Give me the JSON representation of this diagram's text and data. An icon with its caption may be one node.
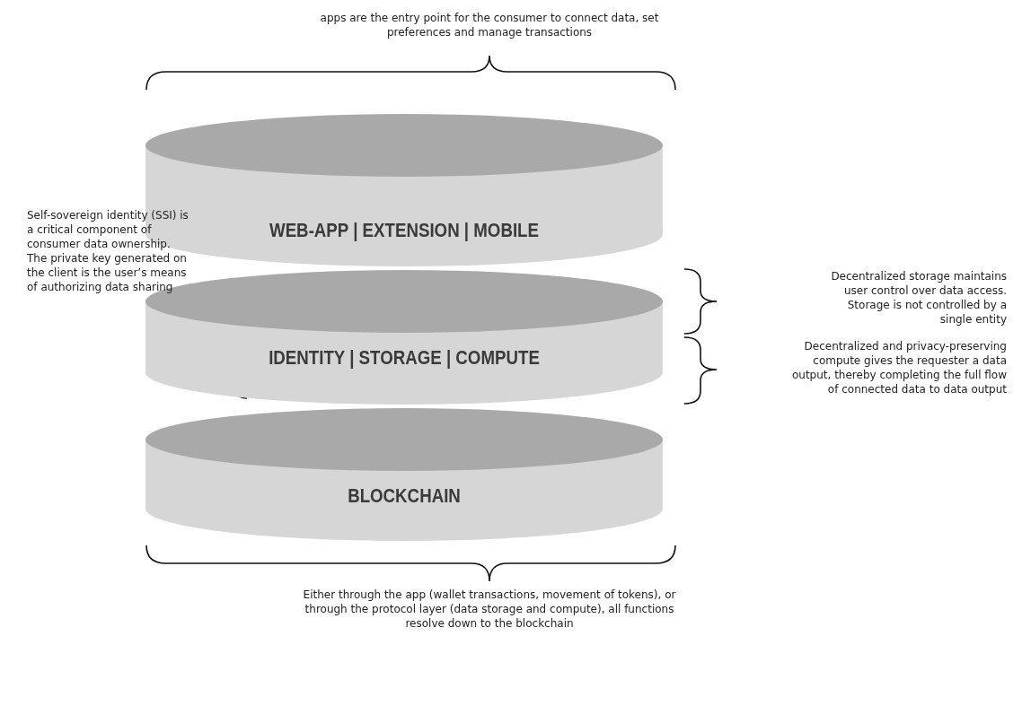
{
  "diagram": {
    "nodes": [
      {
        "text": [
          "WEB-APP | EXTENSION | MOBILE"
        ]
      },
      {
        "text": [
          "IDENTITY | STORAGE | COMPUTE"
        ]
      },
      {
        "text": [
          "BLOCKCHAIN"
        ]
      }
    ],
    "labels": [
      "apps are the entry point for the consumer to connect data, set preferences and manage transactions",
      "Self-sovereign identity (SSI) is a critical component of consumer data ownership. The private key generated on the client is the user’s means of authorizing data sharing",
      "Decentralized storage maintains user control over data access. Storage is not controlled by a single entity",
      "Decentralized and privacy-preserving compute gives the requester a data output, thereby completing the full flow of connected data to data output",
      "Either through the app (wallet transactions, movement of tokens), or through the protocol layer (data storage and compute), all functions resolve down to the blockchain"
    ]
  }
}
